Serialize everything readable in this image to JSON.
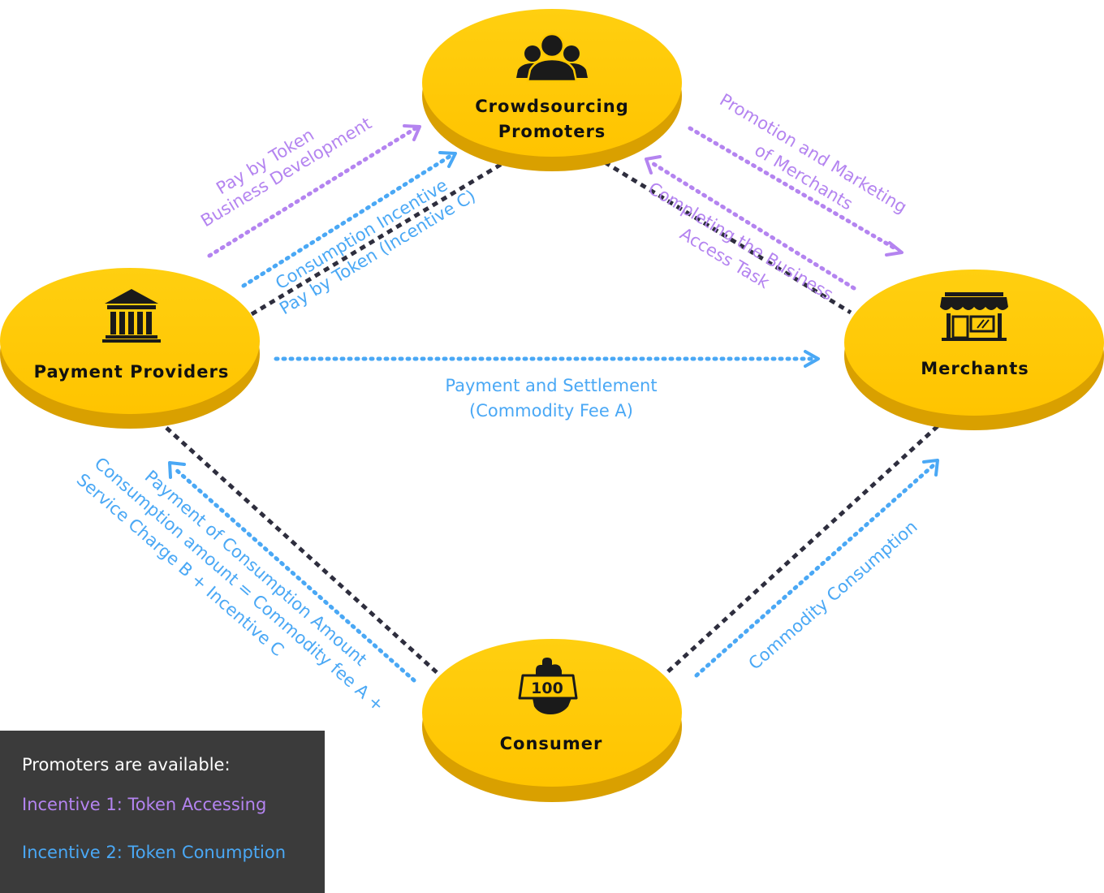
{
  "nodes": {
    "promoters": {
      "line1": "Crowdsourcing",
      "line2": "Promoters",
      "icon": "group-people-icon"
    },
    "payment_providers": {
      "label": "Payment Providers",
      "icon": "bank-icon"
    },
    "merchants": {
      "label": "Merchants",
      "icon": "storefront-icon"
    },
    "consumer": {
      "label": "Consumer",
      "icon": "hand-holding-100-icon",
      "icon_text": "100"
    }
  },
  "edges": {
    "pay_by_token": "Pay by Token",
    "business_development": "Business Development",
    "consumption_incentive": "Consumption Incentive",
    "pay_by_token_incentive_c": "Pay by Token (Incentive C)",
    "promotion_marketing": "Promotion and Marketing",
    "of_merchants": "of Merchants",
    "completing_business": "Completing the Business",
    "access_task": "Access Task",
    "payment_settlement": "Payment and Settlement",
    "commodity_fee_a": "(Commodity Fee A)",
    "payment_of_consumption": "Payment of Consumption Amount",
    "consumption_amount": "Consumption amount = Commodity fee A +",
    "service_charge": "Service Charge B + Incentive C",
    "commodity_consumption": "Commodity Consumption"
  },
  "legend": {
    "title": "Promoters are available:",
    "incentive1": "Incentive 1: Token Accessing",
    "incentive2": "Incentive 2: Token Conumption"
  },
  "colors": {
    "node_fill": "#ffc800",
    "node_edge": "#d9a000",
    "connector": "#2e2e3e",
    "incentive_token_accessing": "#b484f0",
    "incentive_token_consumption": "#4aa8f5",
    "legend_background": "#3b3b3b"
  }
}
